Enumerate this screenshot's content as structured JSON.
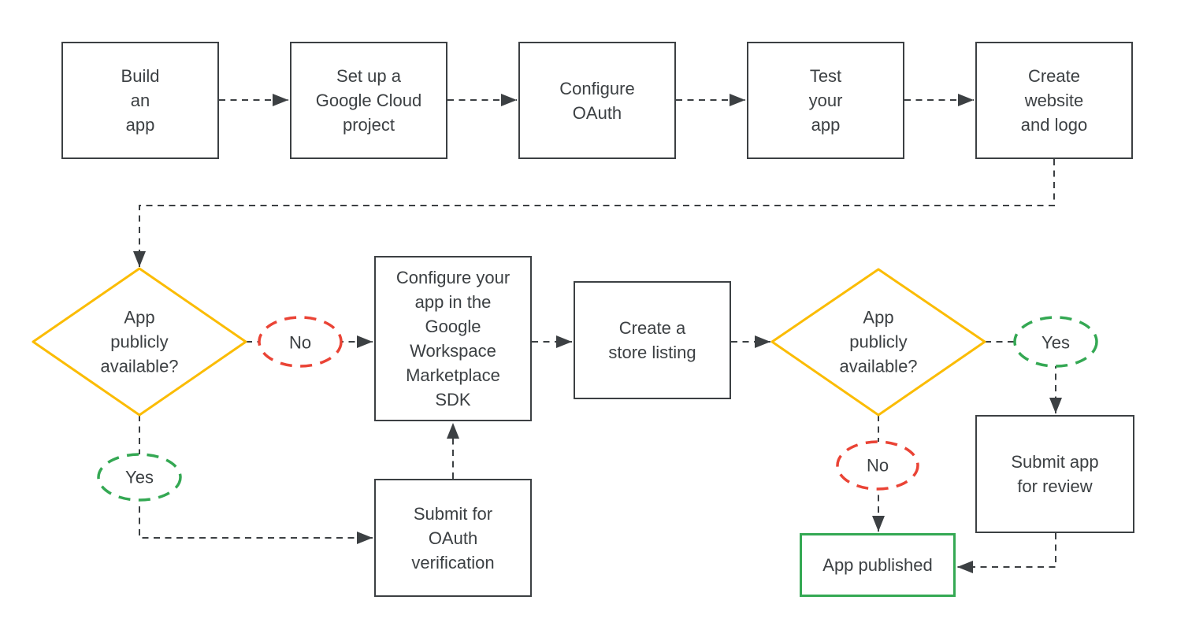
{
  "colors": {
    "bg": "#ffffff",
    "line": "#3c4043",
    "border": "#3c4043",
    "text": "#3c4043",
    "decision": "#fbbc04",
    "no": "#ea4335",
    "yes": "#34a853",
    "published": "#34a853"
  },
  "nodes": {
    "build_app": {
      "label": "Build\nan\napp"
    },
    "cloud_project": {
      "label": "Set up a\nGoogle Cloud\nproject"
    },
    "configure_oauth": {
      "label": "Configure\nOAuth"
    },
    "test_app": {
      "label": "Test\nyour\napp"
    },
    "create_website": {
      "label": "Create\nwebsite\nand logo"
    },
    "decision_left": {
      "label": "App\npublicly\navailable?"
    },
    "configure_sdk": {
      "label": "Configure your\napp in the\nGoogle\nWorkspace\nMarketplace\nSDK"
    },
    "store_listing": {
      "label": "Create a\nstore listing"
    },
    "decision_right": {
      "label": "App\npublicly\navailable?"
    },
    "submit_oauth": {
      "label": "Submit for\nOAuth\nverification"
    },
    "submit_review": {
      "label": "Submit app\nfor review"
    },
    "app_published": {
      "label": "App published"
    },
    "no_left": {
      "label": "No"
    },
    "yes_left": {
      "label": "Yes"
    },
    "yes_right": {
      "label": "Yes"
    },
    "no_right": {
      "label": "No"
    }
  },
  "edges": [
    {
      "from": "build_app",
      "to": "cloud_project"
    },
    {
      "from": "cloud_project",
      "to": "configure_oauth"
    },
    {
      "from": "configure_oauth",
      "to": "test_app"
    },
    {
      "from": "test_app",
      "to": "create_website"
    },
    {
      "from": "create_website",
      "to": "decision_left"
    },
    {
      "from": "decision_left",
      "to": "configure_sdk",
      "label": "No"
    },
    {
      "from": "decision_left",
      "to": "submit_oauth",
      "label": "Yes"
    },
    {
      "from": "submit_oauth",
      "to": "configure_sdk"
    },
    {
      "from": "configure_sdk",
      "to": "store_listing"
    },
    {
      "from": "store_listing",
      "to": "decision_right"
    },
    {
      "from": "decision_right",
      "to": "submit_review",
      "label": "Yes"
    },
    {
      "from": "decision_right",
      "to": "app_published",
      "label": "No"
    },
    {
      "from": "submit_review",
      "to": "app_published"
    }
  ]
}
